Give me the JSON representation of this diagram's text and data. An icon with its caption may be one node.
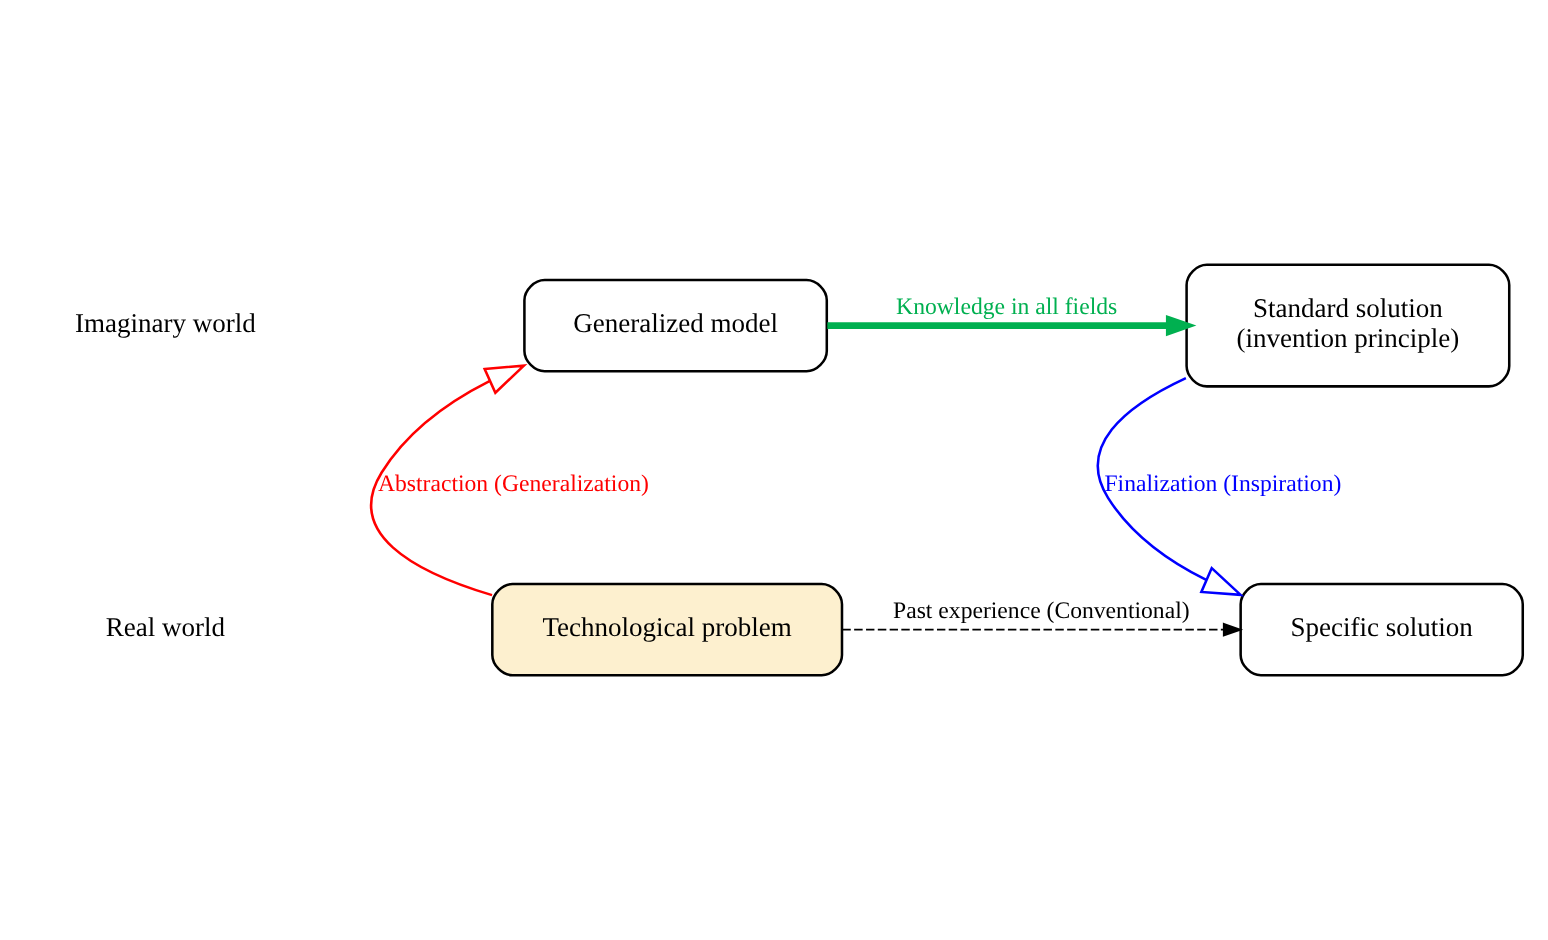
{
  "diagram": {
    "nodes": [
      {
        "text": [
          "Generalized model"
        ]
      },
      {
        "text": [
          "Standard solution",
          "(invention principle)"
        ]
      },
      {
        "text": [
          "Technological problem"
        ]
      },
      {
        "text": [
          "Specific solution"
        ]
      }
    ],
    "edges": [
      {
        "from": 0,
        "to": 1,
        "arrow": "to",
        "label": "Knowledge in all fields",
        "style": "thick",
        "color": "#00b050"
      },
      {
        "from": 2,
        "to": 0,
        "arrow": "to",
        "label": "Abstraction (Generalization)",
        "color": "#ff0000"
      },
      {
        "from": 1,
        "to": 3,
        "arrow": "to",
        "label": "Finalization (Inspiration)",
        "color": "#0000ff"
      },
      {
        "from": 2,
        "to": 3,
        "arrow": "to",
        "label": "Past experience (Conventional)",
        "style": "dashed",
        "color": "#000000"
      }
    ],
    "labels": [
      "Imaginary world",
      "Real world"
    ]
  }
}
